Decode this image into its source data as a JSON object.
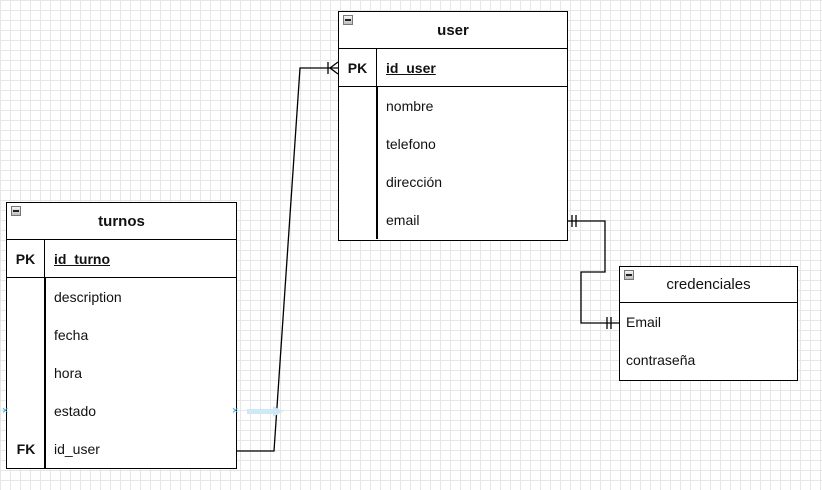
{
  "entities": {
    "user": {
      "title": "user",
      "pk_label": "PK",
      "pk_field": "id_user",
      "fields": [
        "nombre",
        "telefono",
        "dirección",
        "email"
      ]
    },
    "turnos": {
      "title": "turnos",
      "pk_label": "PK",
      "pk_field": "id_turno",
      "fields": [
        "description",
        "fecha",
        "hora",
        "estado"
      ],
      "fk_label": "FK",
      "fk_field": "id_user"
    },
    "credenciales": {
      "title": "credenciales",
      "fields": [
        "Email",
        "contraseña"
      ]
    }
  },
  "connector_color": "#000000",
  "handle_color": "#29a3d9",
  "handle_glyph": "×"
}
